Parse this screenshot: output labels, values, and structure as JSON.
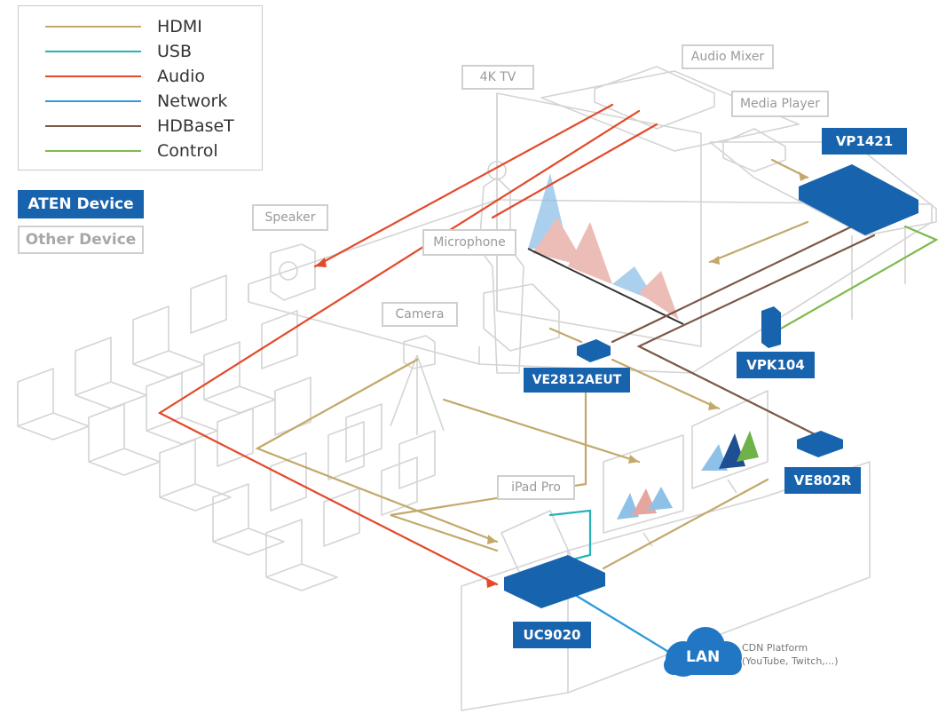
{
  "legend": {
    "items": [
      {
        "label": "HDMI",
        "color": "#c2a96b"
      },
      {
        "label": "USB",
        "color": "#25b3b8"
      },
      {
        "label": "Audio",
        "color": "#e24a2a"
      },
      {
        "label": "Network",
        "color": "#2e9ad8"
      },
      {
        "label": "HDBaseT",
        "color": "#7b5747"
      },
      {
        "label": "Control",
        "color": "#7cba4a"
      }
    ],
    "aten_device": "ATEN Device",
    "other_device": "Other Device"
  },
  "devices": {
    "aten": {
      "vp1421": "VP1421",
      "vpk104": "VPK104",
      "ve2812aeut": "VE2812AEUT",
      "ve802r": "VE802R",
      "uc9020": "UC9020"
    },
    "other": {
      "audio_mixer": "Audio Mixer",
      "tv4k": "4K TV",
      "media_player": "Media Player",
      "speaker": "Speaker",
      "microphone": "Microphone",
      "camera": "Camera",
      "ipad_pro": "iPad Pro"
    }
  },
  "cloud": {
    "lan": "LAN",
    "cdn_line1": "CDN Platform",
    "cdn_line2": "(YouTube, Twitch,...)"
  },
  "colors": {
    "aten_blue": "#1863ad",
    "outline_gray": "#d6d6d6",
    "cloud_blue": "#2277c4"
  }
}
